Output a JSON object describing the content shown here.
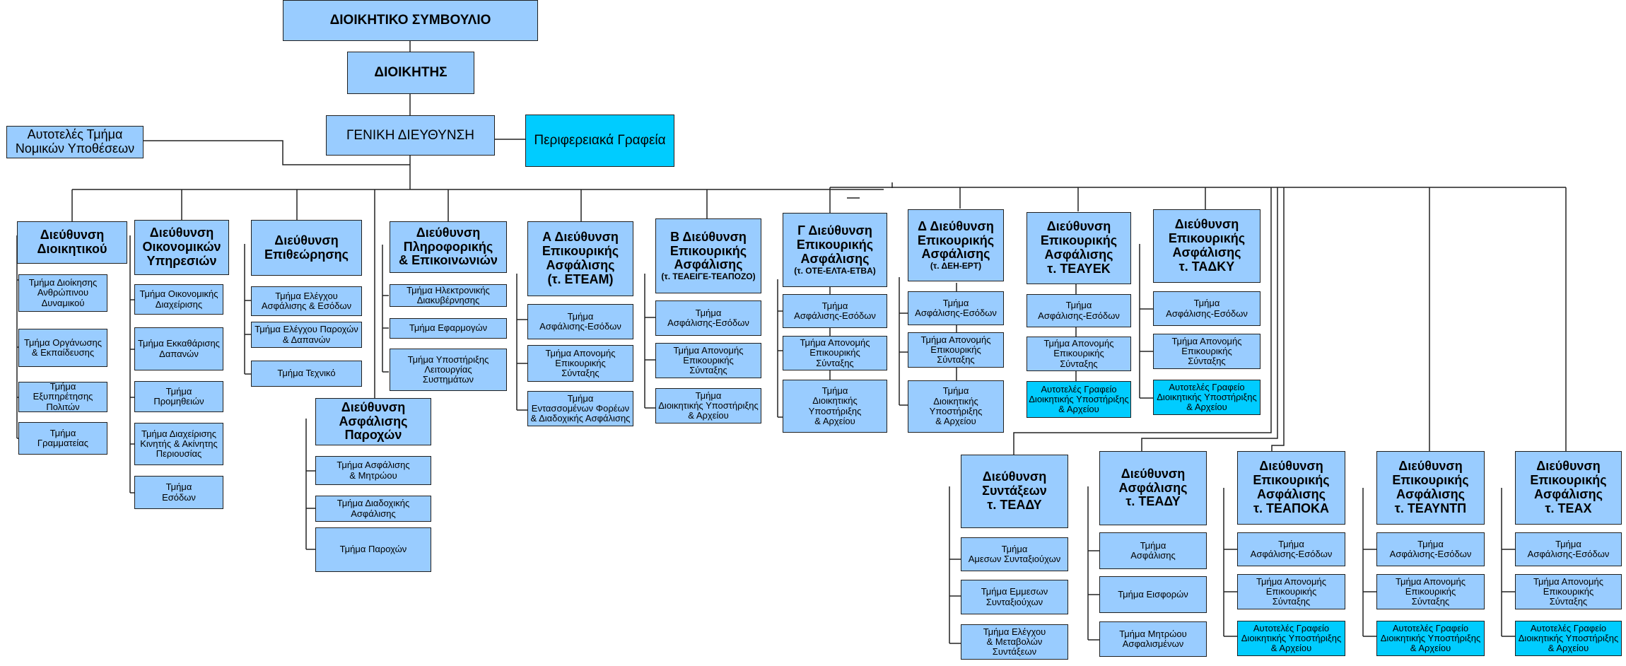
{
  "org_chart": {
    "board": "ΔΙΟΙΚΗΤΙΚΟ ΣΥΜΒΟΥΛΙΟ",
    "governor": "ΔΙΟΙΚΗΤΗΣ",
    "general_directorate": "ΓΕΝΙΚΗ ΔΙΕΥΘΥΝΣΗ",
    "regional_offices": "Περιφερειακά Γραφεία",
    "legal_dept": "Αυτοτελές Τμήμα\nΝομικών Υποθέσεων",
    "directorates": [
      {
        "title": "Διεύθυνση\nΔιοικητικού",
        "units": [
          "Τμήμα Διοίκησης\nΑνθρώπινου\nΔυναμικού",
          "Τμήμα Οργάνωσης\n& Εκπαίδευσης",
          "Τμήμα Εξυπηρέτησης\nΠολιτών",
          "Τμήμα\nΓραμματείας"
        ]
      },
      {
        "title": "Διεύθυνση\nΟικονομικών\nΥπηρεσιών",
        "units": [
          "Τμήμα Οικονομικής\nΔιαχείρισης",
          "Τμήμα Εκκαθάρισης\nΔαπανών",
          "Τμήμα\nΠρομηθειών",
          "Τμήμα Διαχείρισης\nΚινητής & Ακίνητης\nΠεριουσίας",
          "Τμήμα\nΕσόδων"
        ]
      },
      {
        "title": "Διεύθυνση\nΕπιθεώρησης",
        "units": [
          "Τμήμα Ελέγχου\nΑσφάλισης & Εσόδων",
          "Τμήμα Ελέγχου Παροχών\n& Δαπανών",
          "Τμήμα Τεχνικό"
        ]
      },
      {
        "title": "Διεύθυνση\nΑσφάλισης\nΠαροχών",
        "units": [
          "Τμήμα Ασφάλισης\n& Μητρώου",
          "Τμήμα Διαδοχικής\nΑσφάλισης",
          "Τμήμα Παροχών"
        ]
      },
      {
        "title": "Διεύθυνση\nΠληροφορικής\n& Επικοινωνιών",
        "units": [
          "Τμήμα Ηλεκτρονικής\nΔιακυβέρνησης",
          "Τμήμα Εφαρμογών",
          "Τμήμα Υποστήριξης\nΛειτουργίας\nΣυστημάτων"
        ]
      },
      {
        "title": "Α Διεύθυνση\nΕπικουρικής\nΑσφάλισης\n(τ. ΕΤΕΑΜ)",
        "units": [
          "Τμήμα\nΑσφάλισης-Εσόδων",
          "Τμήμα Απονομής\nΕπικουρικής\nΣύνταξης",
          "Τμήμα\nΕντασσομένων Φορέων\n& Διαδοχικής Ασφάλισης"
        ]
      },
      {
        "title": "Β Διεύθυνση\nΕπικουρικής\nΑσφάλισης",
        "title_note": "(τ. ΤΕΑΕΙΓΕ-ΤΕΑΠΟΖΟ)",
        "units": [
          "Τμήμα\nΑσφάλισης-Εσόδων",
          "Τμήμα Απονομής\nΕπικουρικής\nΣύνταξης",
          "Τμήμα\nΔιοικητικής Υποστήριξης\n& Αρχείου"
        ]
      },
      {
        "title": "Γ Διεύθυνση\nΕπικουρικής\nΑσφάλισης",
        "title_note": "(τ. ΟΤΕ-ΕΛΤΑ-ΕΤΒΑ)",
        "units": [
          "Τμήμα\nΑσφάλισης-Εσόδων",
          "Τμήμα Απονομής\nΕπικουρικής\nΣύνταξης",
          "Τμήμα\nΔιοικητικής\nΥποστήριξης\n& Αρχείου"
        ]
      },
      {
        "title": "Δ Διεύθυνση\nΕπικουρικής\nΑσφάλισης",
        "title_note": "(τ. ΔΕΗ-ΕΡΤ)",
        "units": [
          "Τμήμα\nΑσφάλισης-Εσόδων",
          "Τμήμα Απονομής\nΕπικουρικής\nΣύνταξης",
          "Τμήμα\nΔιοικητικής\nΥποστήριξης\n& Αρχείου"
        ]
      },
      {
        "title": "Διεύθυνση\nΕπικουρικής\nΑσφάλισης\nτ. ΤΕΑΥΕΚ",
        "units": [
          "Τμήμα\nΑσφάλισης-Εσόδων",
          "Τμήμα Απονομής\nΕπικουρικής\nΣύνταξης",
          "Αυτοτελές Γραφείο\nΔιοικητικής Υποστήριξης\n& Αρχείου"
        ]
      },
      {
        "title": "Διεύθυνση\nΕπικουρικής\nΑσφάλισης\nτ. ΤΑΔΚΥ",
        "units": [
          "Τμήμα\nΑσφάλισης-Εσόδων",
          "Τμήμα Απονομής\nΕπικουρικής\nΣύνταξης",
          "Αυτοτελές Γραφείο\nΔιοικητικής Υποστήριξης\n& Αρχείου"
        ]
      },
      {
        "title": "Διεύθυνση\nΣυντάξεων\nτ. ΤΕΑΔΥ",
        "units": [
          "Τμήμα\nΑμεσων Συνταξιούχων",
          "Τμήμα Εμμεσων\nΣυνταξιούχων",
          "Τμήμα Ελέγχου\n& Μεταβολών\nΣυντάξεων"
        ]
      },
      {
        "title": "Διεύθυνση\nΑσφάλισης\nτ. ΤΕΑΔΥ",
        "units": [
          "Τμήμα\nΑσφάλισης",
          "Τμήμα Εισφορών",
          "Τμήμα Μητρώου\nΑσφαλισμένων"
        ]
      },
      {
        "title": "Διεύθυνση\nΕπικουρικής\nΑσφάλισης\nτ. ΤΕΑΠΟΚΑ",
        "units": [
          "Τμήμα\nΑσφάλισης-Εσόδων",
          "Τμήμα Απονομής\nΕπικουρικής\nΣύνταξης",
          "Αυτοτελές Γραφείο\nΔιοικητικής Υποστήριξης\n& Αρχείου"
        ]
      },
      {
        "title": "Διεύθυνση\nΕπικουρικής\nΑσφάλισης\nτ. ΤΕΑΥΝΤΠ",
        "units": [
          "Τμήμα\nΑσφάλισης-Εσόδων",
          "Τμήμα Απονομής\nΕπικουρικής\nΣύνταξης",
          "Αυτοτελές Γραφείο\nΔιοικητικής Υποστήριξης\n& Αρχείου"
        ]
      },
      {
        "title": "Διεύθυνση\nΕπικουρικής\nΑσφάλισης\nτ. ΤΕΑΧ",
        "units": [
          "Τμήμα\nΑσφάλισης-Εσόδων",
          "Τμήμα Απονομής\nΕπικουρικής\nΣύνταξης",
          "Αυτοτελές Γραφείο\nΔιοικητικής Υποστήριξης\n& Αρχείου"
        ]
      }
    ]
  }
}
